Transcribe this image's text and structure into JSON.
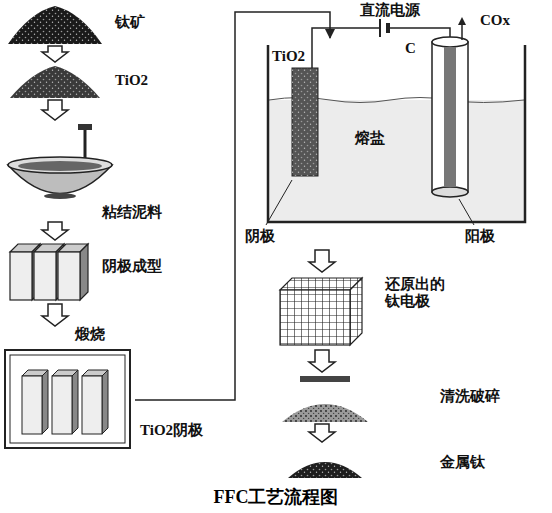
{
  "diagram": {
    "caption": "FFC工艺流程图",
    "nodes": [
      {
        "text": [
          "钛矿"
        ]
      },
      {
        "text": [
          "TiO2"
        ]
      },
      {
        "text": [
          "粘结泥料"
        ]
      },
      {
        "text": [
          "阴极成型"
        ]
      },
      {
        "text": [
          "煅烧",
          "TiO2阴极"
        ]
      },
      {
        "text": [
          "直流电源",
          "TiO2",
          "C",
          "COx",
          "熔盐",
          "阴极",
          "阳极"
        ]
      },
      {
        "text": [
          "还原出的 钛电极"
        ]
      },
      {
        "text": [
          "清洗破碎"
        ]
      },
      {
        "text": [
          "金属钛"
        ]
      }
    ],
    "edges": [
      {
        "from": 0,
        "to": 1,
        "arrow": "to"
      },
      {
        "from": 1,
        "to": 2,
        "arrow": "to"
      },
      {
        "from": 2,
        "to": 3,
        "arrow": "to"
      },
      {
        "from": 3,
        "to": 4,
        "arrow": "to"
      },
      {
        "from": 4,
        "to": 5,
        "arrow": "to"
      },
      {
        "from": 5,
        "to": 6,
        "arrow": "to"
      },
      {
        "from": 6,
        "to": 7,
        "arrow": "to"
      },
      {
        "from": 7,
        "to": 8,
        "arrow": "to"
      }
    ]
  }
}
